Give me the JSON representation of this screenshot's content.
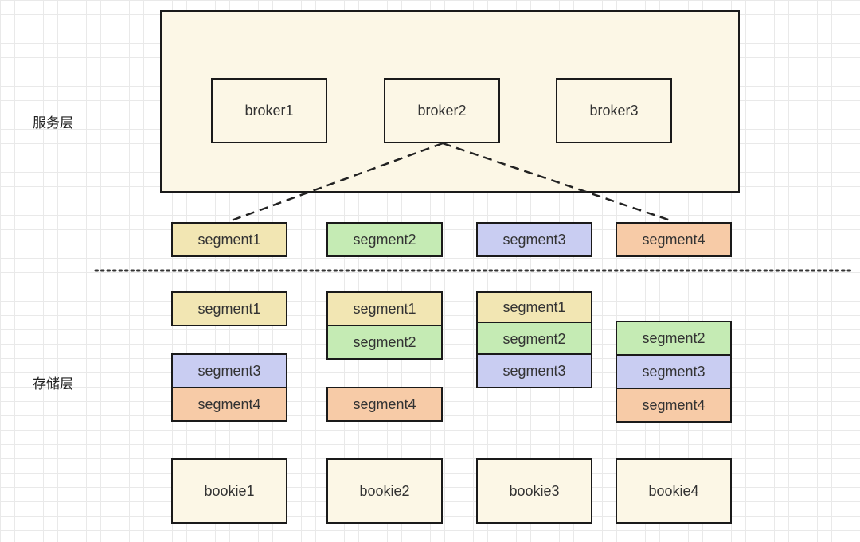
{
  "layers": {
    "service": "服务层",
    "storage": "存储层"
  },
  "brokers": [
    "broker1",
    "broker2",
    "broker3"
  ],
  "segments": [
    "segment1",
    "segment2",
    "segment3",
    "segment4"
  ],
  "storage": {
    "column1": [
      "segment1",
      "segment3",
      "segment4"
    ],
    "column2": [
      "segment1",
      "segment2",
      "segment4"
    ],
    "column3": [
      "segment1",
      "segment2",
      "segment3"
    ],
    "column4": [
      "segment2",
      "segment3",
      "segment4"
    ]
  },
  "bookies": [
    "bookie1",
    "bookie2",
    "bookie3",
    "bookie4"
  ],
  "colors": {
    "segment1": "#f2e6b3",
    "segment2": "#c5ebb4",
    "segment3": "#c9cdf2",
    "segment4": "#f7cba7",
    "layer_fill": "#fcf7e6"
  }
}
